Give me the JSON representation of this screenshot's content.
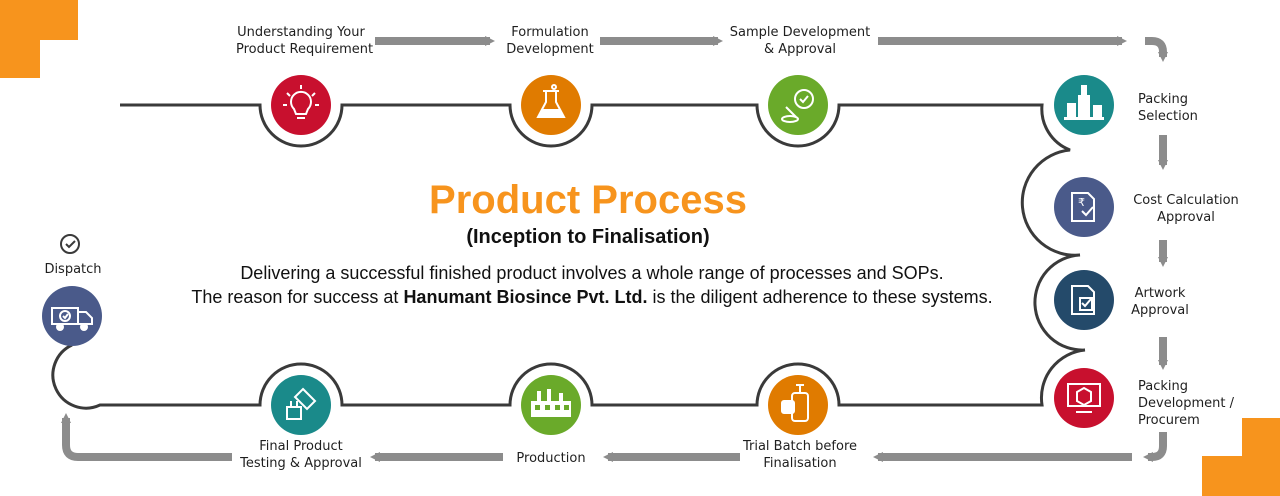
{
  "title": "Product Process",
  "subtitle": "(Inception to Finalisation)",
  "description": {
    "line1": "Delivering a successful finished product involves a whole range of processes and SOPs.",
    "line2_before": "The reason for success at ",
    "company": "Hanumant Biosince Pvt. Ltd.",
    "line2_after": " is the diligent adherence to these systems."
  },
  "colors": {
    "accent_orange": "#f7941d",
    "arrow_gray": "#8c8c8c",
    "track": "#3a3a3a"
  },
  "steps": [
    {
      "lines": [
        "Understanding Your",
        "Product Requirement"
      ],
      "icon": "lightbulb-icon",
      "color": "#c8102e"
    },
    {
      "lines": [
        "Formulation",
        "Development"
      ],
      "icon": "flask-icon",
      "color": "#e07b00"
    },
    {
      "lines": [
        "Sample Development",
        "& Approval"
      ],
      "icon": "sample-approval-icon",
      "color": "#6aaa2a"
    },
    {
      "lines": [
        "Packing",
        "Selection"
      ],
      "icon": "bottles-icon",
      "color": "#1a8a8a"
    },
    {
      "lines": [
        "Cost Calculation",
        "Approval"
      ],
      "icon": "rupee-document-icon",
      "color": "#4a5a8a"
    },
    {
      "lines": [
        "Artwork",
        "Approval"
      ],
      "icon": "document-check-icon",
      "color": "#244a6a"
    },
    {
      "lines": [
        "Packing",
        "Development /",
        "Procurem"
      ],
      "icon": "monitor-box-icon",
      "color": "#c8102e"
    },
    {
      "lines": [
        "Trial Batch before",
        "Finalisation"
      ],
      "icon": "dispenser-bottle-icon",
      "color": "#e07b00"
    },
    {
      "lines": [
        "Production"
      ],
      "icon": "factory-icon",
      "color": "#6aaa2a"
    },
    {
      "lines": [
        "Final Product",
        "Testing & Approval"
      ],
      "icon": "test-tubes-icon",
      "color": "#1a8a8a"
    },
    {
      "lines": [
        "Dispatch"
      ],
      "icon": "delivery-truck-icon",
      "color": "#4a5a8a"
    }
  ]
}
